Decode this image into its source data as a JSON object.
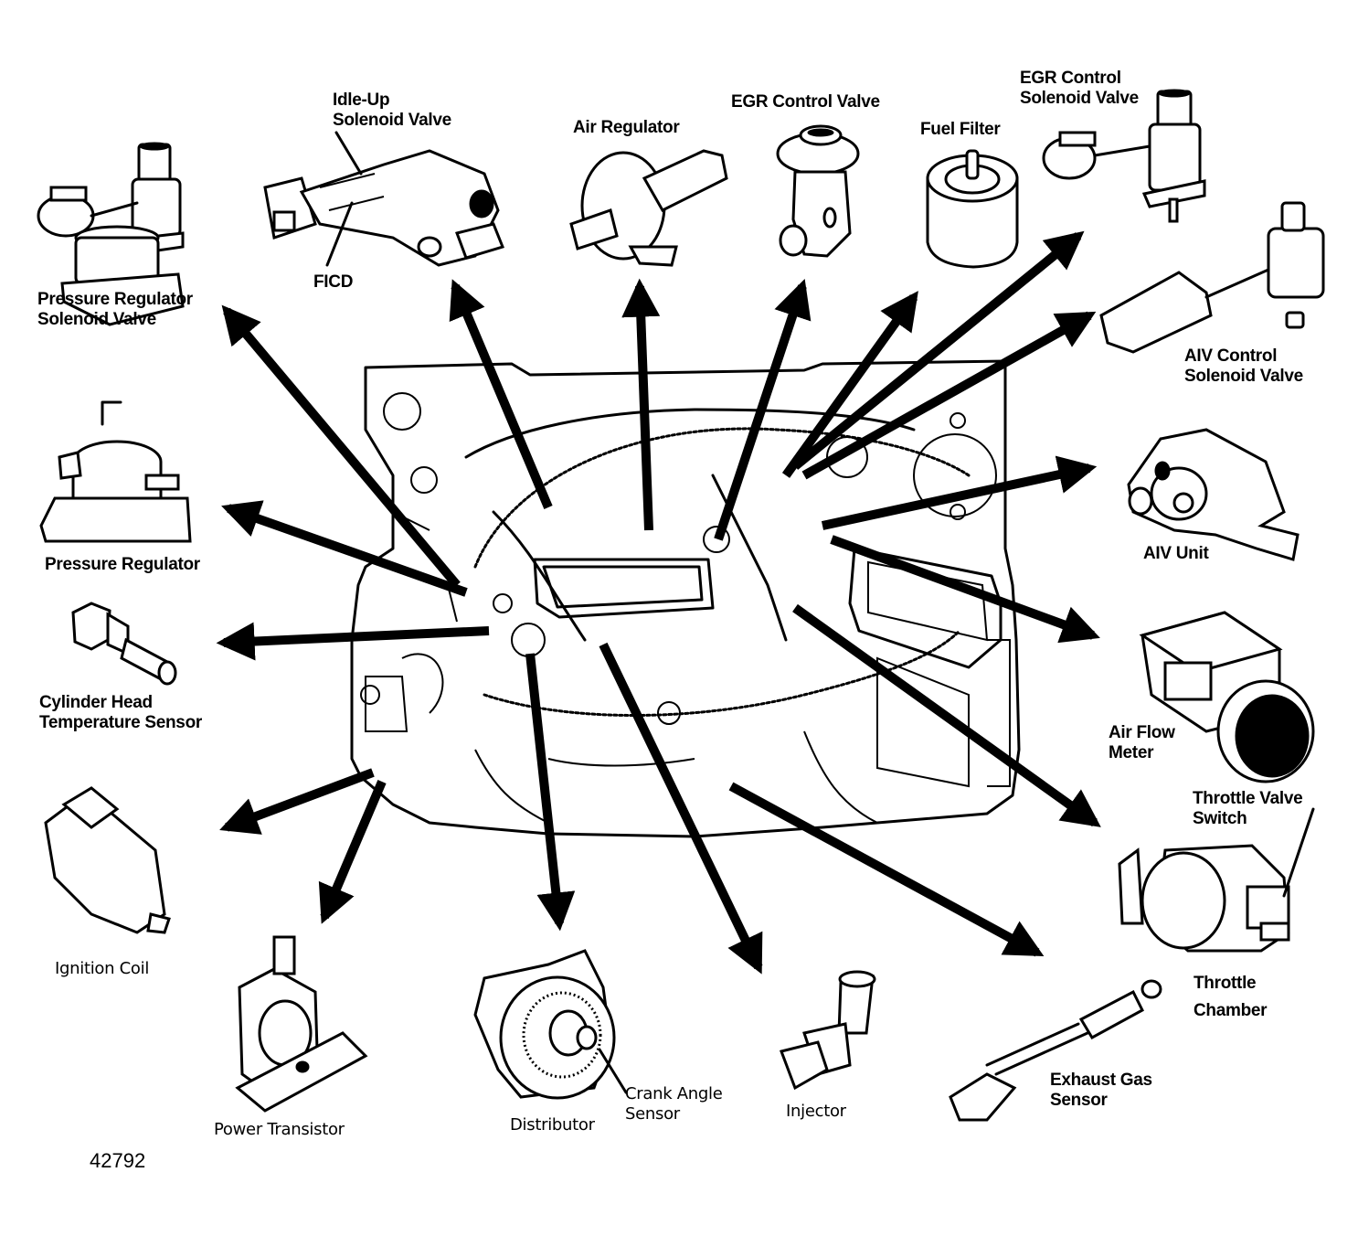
{
  "diagram": {
    "figure_number": "42792",
    "center_item": "Engine compartment (top view)",
    "components": [
      {
        "id": "pressure-regulator-solenoid-valve",
        "lines": [
          "Pressure Regulator",
          "Solenoid Valve"
        ]
      },
      {
        "id": "idle-up-solenoid-valve",
        "lines": [
          "Idle-Up",
          "Solenoid Valve"
        ]
      },
      {
        "id": "ficd",
        "lines": [
          "FICD"
        ]
      },
      {
        "id": "air-regulator",
        "lines": [
          "Air Regulator"
        ]
      },
      {
        "id": "egr-control-valve",
        "lines": [
          "EGR Control Valve"
        ]
      },
      {
        "id": "fuel-filter",
        "lines": [
          "Fuel Filter"
        ]
      },
      {
        "id": "egr-control-solenoid-valve",
        "lines": [
          "EGR Control",
          "Solenoid Valve"
        ]
      },
      {
        "id": "aiv-control-solenoid-valve",
        "lines": [
          "AIV Control",
          "Solenoid Valve"
        ]
      },
      {
        "id": "pressure-regulator",
        "lines": [
          "Pressure Regulator"
        ]
      },
      {
        "id": "aiv-unit",
        "lines": [
          "AIV Unit"
        ]
      },
      {
        "id": "cylinder-head-temperature-sensor",
        "lines": [
          "Cylinder Head",
          "Temperature Sensor"
        ]
      },
      {
        "id": "air-flow-meter",
        "lines": [
          "Air Flow",
          "Meter"
        ]
      },
      {
        "id": "throttle-valve-switch",
        "lines": [
          "Throttle Valve",
          "Switch"
        ]
      },
      {
        "id": "throttle-chamber",
        "lines": [
          "Throttle",
          "Chamber"
        ]
      },
      {
        "id": "ignition-coil",
        "lines": [
          "Ignition Coil"
        ]
      },
      {
        "id": "power-transistor",
        "lines": [
          "Power Transistor"
        ]
      },
      {
        "id": "distributor",
        "lines": [
          "Distributor"
        ]
      },
      {
        "id": "crank-angle-sensor",
        "lines": [
          "Crank Angle",
          "Sensor"
        ]
      },
      {
        "id": "injector",
        "lines": [
          "Injector"
        ]
      },
      {
        "id": "exhaust-gas-sensor",
        "lines": [
          "Exhaust Gas",
          "Sensor"
        ]
      }
    ]
  }
}
